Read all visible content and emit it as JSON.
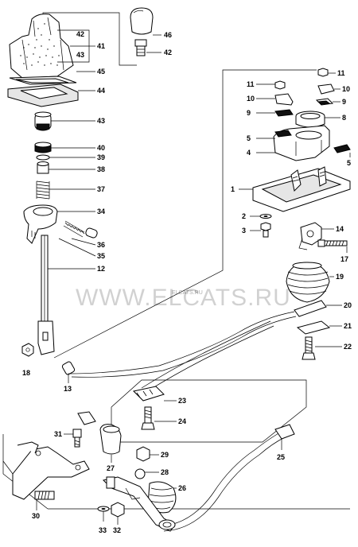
{
  "watermark": {
    "text": "WWW.ELCATS.RU",
    "small_text": "ELCATS.RU"
  },
  "callouts": [
    {
      "id": "c46",
      "text": "46"
    },
    {
      "id": "c42a",
      "text": "42"
    },
    {
      "id": "c41",
      "text": "41"
    },
    {
      "id": "c43a",
      "text": "43"
    },
    {
      "id": "c42b",
      "text": "42"
    },
    {
      "id": "c45",
      "text": "45"
    },
    {
      "id": "c44",
      "text": "44"
    },
    {
      "id": "c43b",
      "text": "43"
    },
    {
      "id": "c40",
      "text": "40"
    },
    {
      "id": "c39",
      "text": "39"
    },
    {
      "id": "c38",
      "text": "38"
    },
    {
      "id": "c37",
      "text": "37"
    },
    {
      "id": "c34",
      "text": "34"
    },
    {
      "id": "c36",
      "text": "36"
    },
    {
      "id": "c35",
      "text": "35"
    },
    {
      "id": "c12",
      "text": "12"
    },
    {
      "id": "c18",
      "text": "18"
    },
    {
      "id": "c13",
      "text": "13"
    },
    {
      "id": "c11a",
      "text": "11"
    },
    {
      "id": "c11b",
      "text": "11"
    },
    {
      "id": "c10a",
      "text": "10"
    },
    {
      "id": "c10b",
      "text": "10"
    },
    {
      "id": "c9a",
      "text": "9"
    },
    {
      "id": "c9b",
      "text": "9"
    },
    {
      "id": "c8",
      "text": "8"
    },
    {
      "id": "c5a",
      "text": "5"
    },
    {
      "id": "c5b",
      "text": "5"
    },
    {
      "id": "c4",
      "text": "4"
    },
    {
      "id": "c1",
      "text": "1"
    },
    {
      "id": "c2",
      "text": "2"
    },
    {
      "id": "c3",
      "text": "3"
    },
    {
      "id": "c14",
      "text": "14"
    },
    {
      "id": "c17",
      "text": "17"
    },
    {
      "id": "c19",
      "text": "19"
    },
    {
      "id": "c20",
      "text": "20"
    },
    {
      "id": "c21",
      "text": "21"
    },
    {
      "id": "c22",
      "text": "22"
    },
    {
      "id": "c23",
      "text": "23"
    },
    {
      "id": "c24",
      "text": "24"
    },
    {
      "id": "c25",
      "text": "25"
    },
    {
      "id": "c31",
      "text": "31"
    },
    {
      "id": "c27",
      "text": "27"
    },
    {
      "id": "c29",
      "text": "29"
    },
    {
      "id": "c28",
      "text": "28"
    },
    {
      "id": "c26",
      "text": "26"
    },
    {
      "id": "c30",
      "text": "30"
    },
    {
      "id": "c33",
      "text": "33"
    },
    {
      "id": "c32",
      "text": "32"
    }
  ]
}
